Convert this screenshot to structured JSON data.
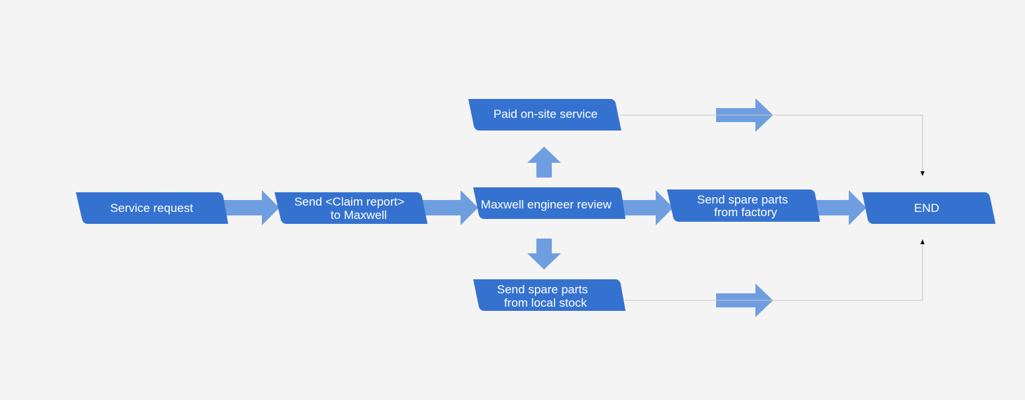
{
  "colors": {
    "background": "#f4f4f4",
    "node_fill": "#3572cf",
    "arrow_fill": "#6f9ee0",
    "connector": "#c4c4c4",
    "text": "#ffffff"
  },
  "nodes": {
    "service_request": {
      "lines": [
        "Service request"
      ]
    },
    "claim_report": {
      "lines": [
        "Send <Claim report>",
        "to Maxwell"
      ]
    },
    "engineer_review": {
      "lines": [
        "Maxwell engineer review"
      ]
    },
    "paid_service": {
      "lines": [
        "Paid on-site service"
      ]
    },
    "factory_parts": {
      "lines": [
        "Send spare parts",
        "from factory"
      ]
    },
    "local_parts": {
      "lines": [
        "Send spare parts",
        "from local stock"
      ]
    },
    "end": {
      "lines": [
        "END"
      ]
    }
  }
}
